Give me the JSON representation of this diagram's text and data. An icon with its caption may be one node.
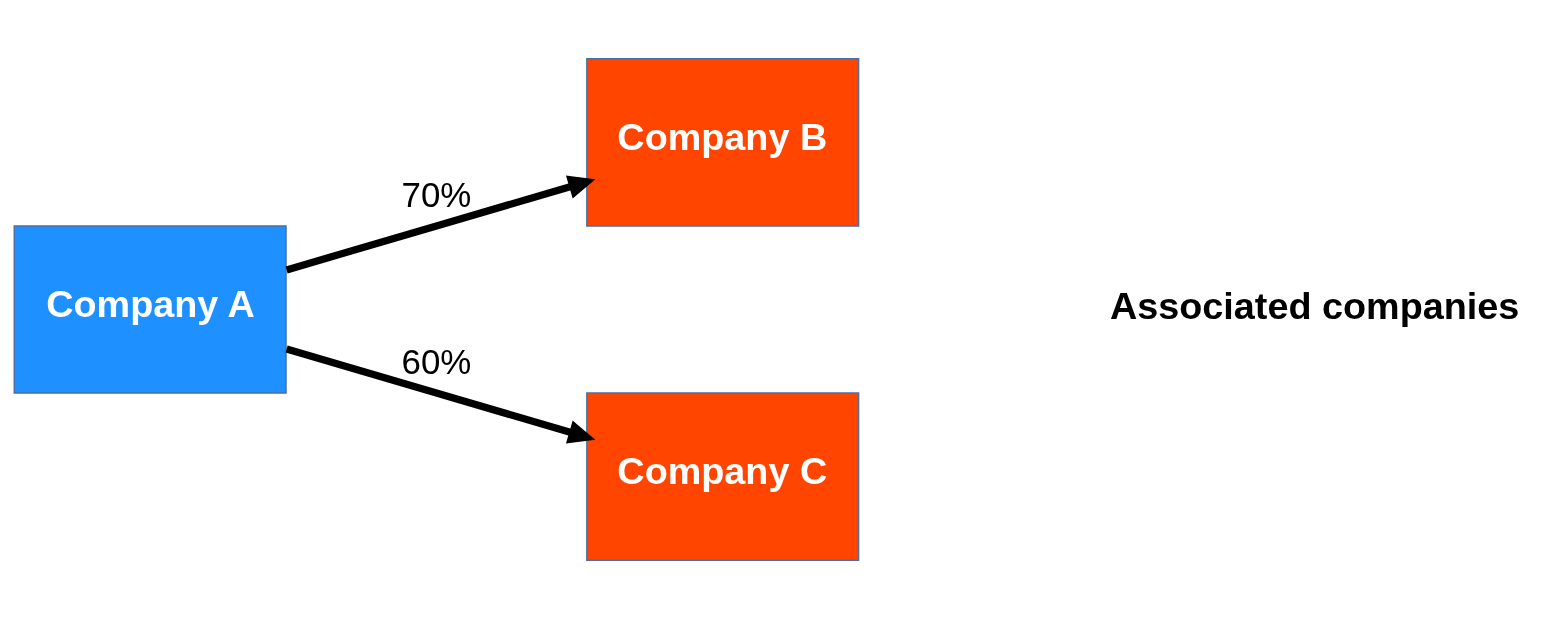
{
  "diagram": {
    "nodes": [
      {
        "text": [
          "Company A"
        ]
      },
      {
        "text": [
          "Company B"
        ]
      },
      {
        "text": [
          "Company C"
        ]
      }
    ],
    "edges": [
      {
        "from": 0,
        "to": 1,
        "arrow": "to",
        "label": "70%"
      },
      {
        "from": 0,
        "to": 2,
        "arrow": "to",
        "label": "60%"
      }
    ],
    "labels": [
      "Associated companies"
    ]
  }
}
